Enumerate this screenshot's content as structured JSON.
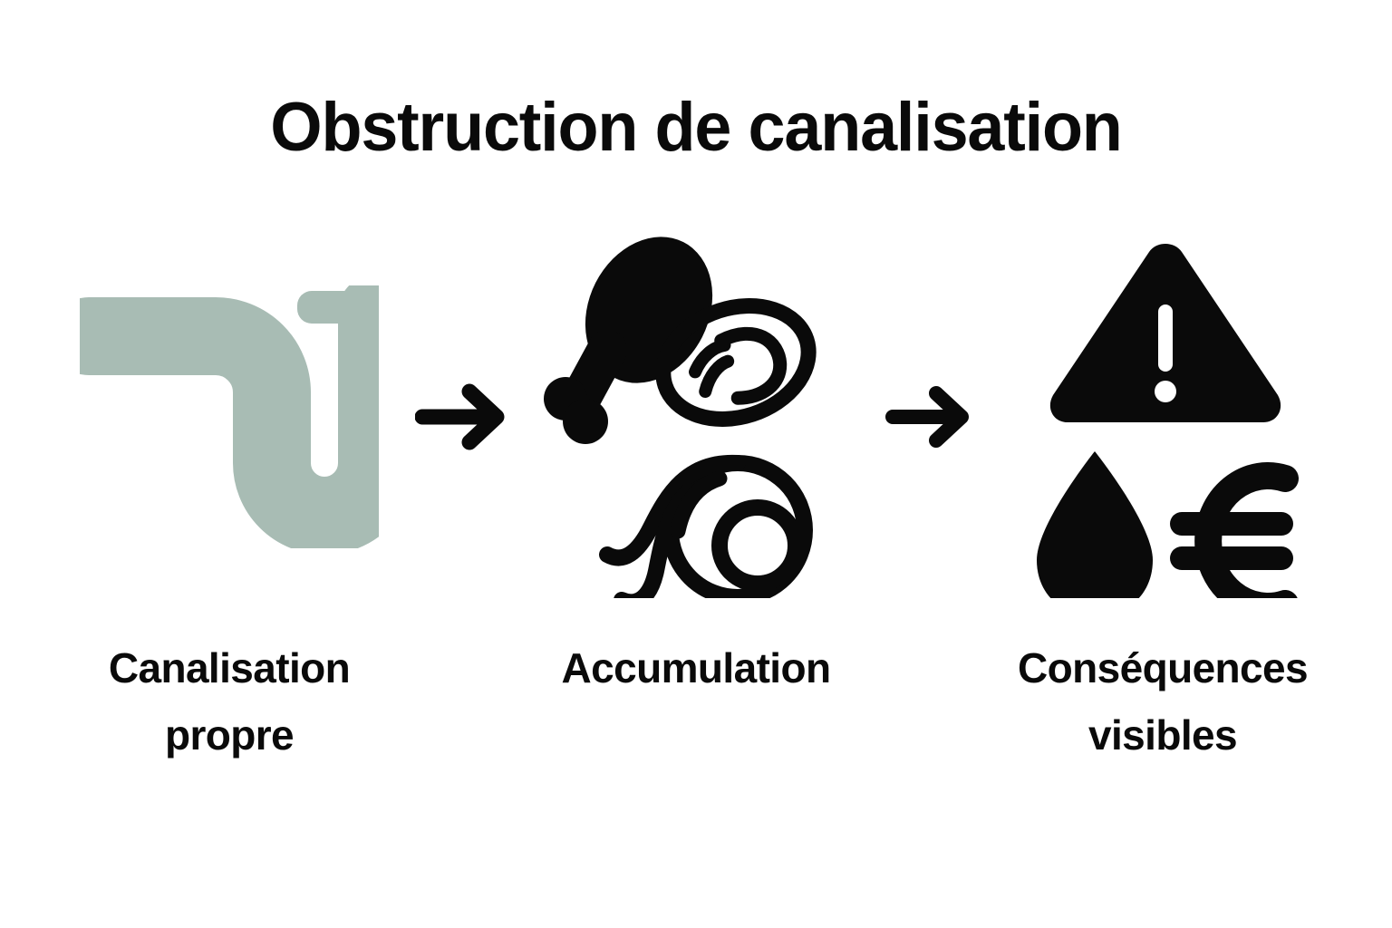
{
  "page": {
    "title": "Obstruction de canalisation",
    "background_color": "#ffffff",
    "text_color": "#0a0a0a",
    "accent_color": "#a8bcb4"
  },
  "stages": [
    {
      "id": "clean-pipe",
      "caption_line1": "Canalisation",
      "caption_line2": "propre",
      "icons": [
        "p-trap-pipe-icon"
      ],
      "icon_color": "#a8bcb4"
    },
    {
      "id": "accumulation",
      "caption_line1": "Accumulation",
      "caption_line2": "",
      "icons": [
        "chicken-drumstick-icon",
        "food-waste-oval-icon",
        "hair-clog-icon"
      ],
      "icon_color": "#0a0a0a"
    },
    {
      "id": "consequences",
      "caption_line1": "Conséquences",
      "caption_line2": "visibles",
      "icons": [
        "warning-triangle-icon",
        "water-droplet-icon",
        "euro-sign-icon"
      ],
      "icon_color": "#0a0a0a"
    }
  ],
  "arrows": [
    {
      "id": "arrow-1",
      "direction": "right",
      "color": "#0a0a0a"
    },
    {
      "id": "arrow-2",
      "direction": "right",
      "color": "#0a0a0a"
    }
  ]
}
